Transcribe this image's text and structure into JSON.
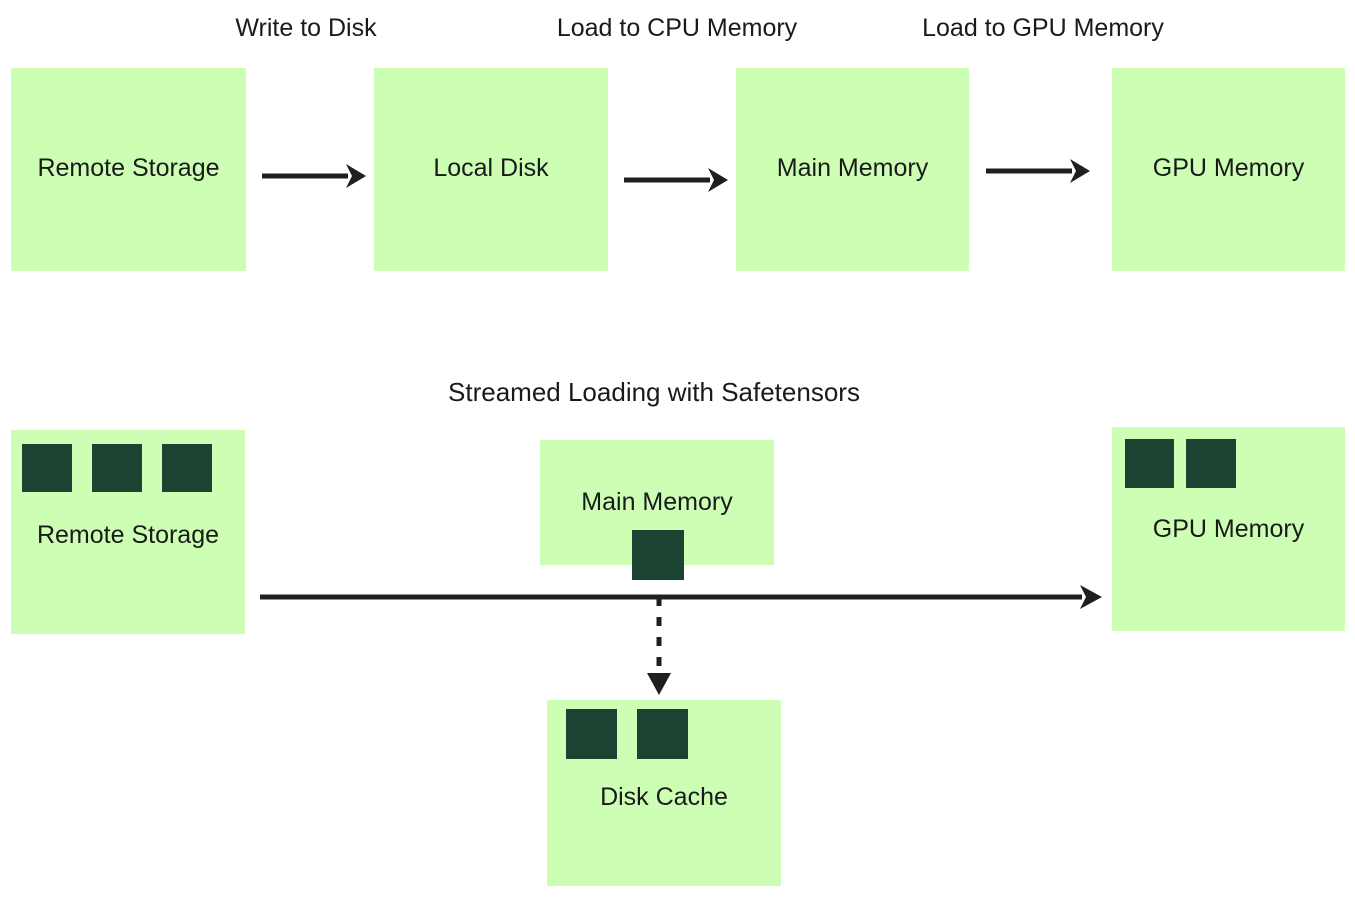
{
  "diagram": {
    "title_top_row": "",
    "background_color": "#ffffff",
    "node_fill_color": "#ccffb3",
    "chunk_fill_color": "#1b4332",
    "stroke_color": "#1f1f1f",
    "text_color": "#1a1a1a"
  },
  "traditional_flow": {
    "edge_labels": [
      {
        "text": "Write to Disk"
      },
      {
        "text": "Load to CPU Memory"
      },
      {
        "text": "Load to GPU Memory"
      }
    ],
    "nodes": [
      {
        "label": "Remote Storage"
      },
      {
        "label": "Local Disk"
      },
      {
        "label": "Main Memory"
      },
      {
        "label": "GPU Memory"
      }
    ]
  },
  "streamed_flow": {
    "title": "Streamed Loading with Safetensors",
    "nodes": [
      {
        "label": "Remote Storage",
        "chunks": 3
      },
      {
        "label": "Main Memory",
        "chunks": 1
      },
      {
        "label": "GPU Memory",
        "chunks": 2
      },
      {
        "label": "Disk Cache",
        "chunks": 2
      }
    ]
  }
}
